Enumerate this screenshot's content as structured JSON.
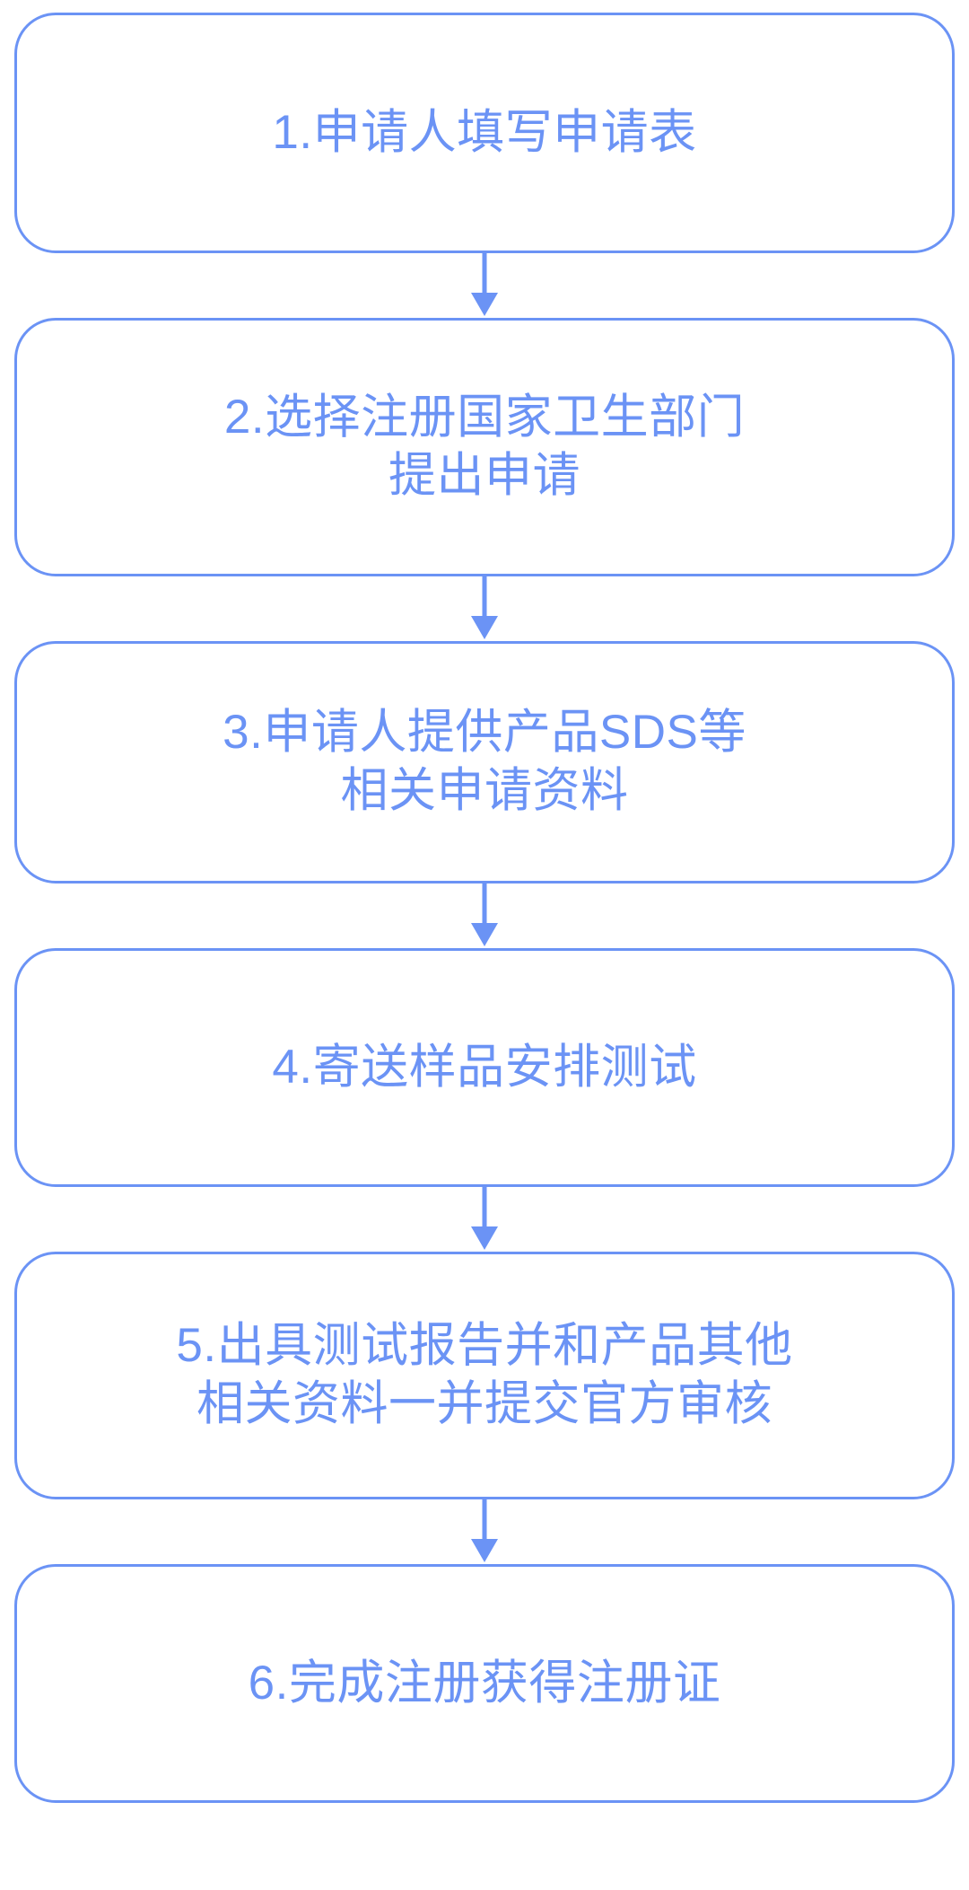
{
  "diagram": {
    "type": "flowchart",
    "orientation": "vertical",
    "title": "",
    "colors": {
      "border": "#6b93f5",
      "text": "#6b93f5",
      "arrow": "#6b93f5",
      "background": "#ffffff"
    },
    "nodes": [
      {
        "step": "1",
        "label": "1.申请人填写申请表",
        "lines": [
          "1.申请人填写申请表"
        ]
      },
      {
        "step": "2",
        "label": "2.选择注册国家卫生部门\n提出申请",
        "lines": [
          "2.选择注册国家卫生部门",
          "提出申请"
        ]
      },
      {
        "step": "3",
        "label": "3.申请人提供产品SDS等\n相关申请资料",
        "lines": [
          "3.申请人提供产品SDS等",
          "相关申请资料"
        ]
      },
      {
        "step": "4",
        "label": "4.寄送样品安排测试",
        "lines": [
          "4.寄送样品安排测试"
        ]
      },
      {
        "step": "5",
        "label": "5.出具测试报告并和产品其他\n相关资料一并提交官方审核",
        "lines": [
          "5.出具测试报告并和产品其他",
          "相关资料一并提交官方审核"
        ]
      },
      {
        "step": "6",
        "label": "6.完成注册获得注册证",
        "lines": [
          "6.完成注册获得注册证"
        ]
      }
    ],
    "connectors": [
      {
        "from": "1",
        "to": "2",
        "icon": "down-arrow-icon"
      },
      {
        "from": "2",
        "to": "3",
        "icon": "down-arrow-icon"
      },
      {
        "from": "3",
        "to": "4",
        "icon": "down-arrow-icon"
      },
      {
        "from": "4",
        "to": "5",
        "icon": "down-arrow-icon"
      },
      {
        "from": "5",
        "to": "6",
        "icon": "down-arrow-icon"
      }
    ]
  }
}
